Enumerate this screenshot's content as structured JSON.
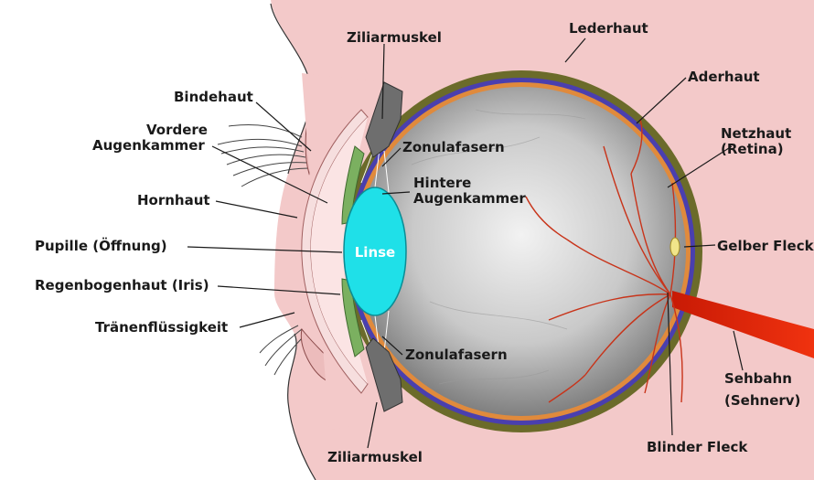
{
  "labels": {
    "ziliarmuskel_top": "Ziliarmuskel",
    "lederhaut": "Lederhaut",
    "aderhaut": "Aderhaut",
    "bindehaut": "Bindehaut",
    "vordere_1": "Vordere",
    "vordere_2": "Augenkammer",
    "zonulafasern_top": "Zonulafasern",
    "netzhaut_1": "Netzhaut",
    "netzhaut_2": "(Retina)",
    "hintere_1": "Hintere",
    "hintere_2": "Augenkammer",
    "hornhaut": "Hornhaut",
    "pupille": "Pupille (Öffnung)",
    "linse": "Linse",
    "gelber_fleck": "Gelber Fleck",
    "regenbogenhaut": "Regenbogenhaut (Iris)",
    "traenen": "Tränenflüssigkeit",
    "zonulafasern_bottom": "Zonulafasern",
    "sehbahn_1": "Sehbahn",
    "sehbahn_2": "(Sehnerv)",
    "blinder_fleck": "Blinder Fleck",
    "ziliarmuskel_bottom": "Ziliarmuskel"
  },
  "colors": {
    "skin": "#f3c9c9",
    "sclera": "#6b6b2a",
    "choroid": "#4a3fae",
    "retina": "#e08a3c",
    "eyeball_center": "#e8e8e8",
    "eyeball_edge": "#7a7a7a",
    "lens": "#1fe0e8",
    "nerve": "#e0230a",
    "vessel": "#c8341a",
    "cornea": "#fbe4e4",
    "iris": "#7bb060",
    "ciliary": "#6e6e6e"
  }
}
